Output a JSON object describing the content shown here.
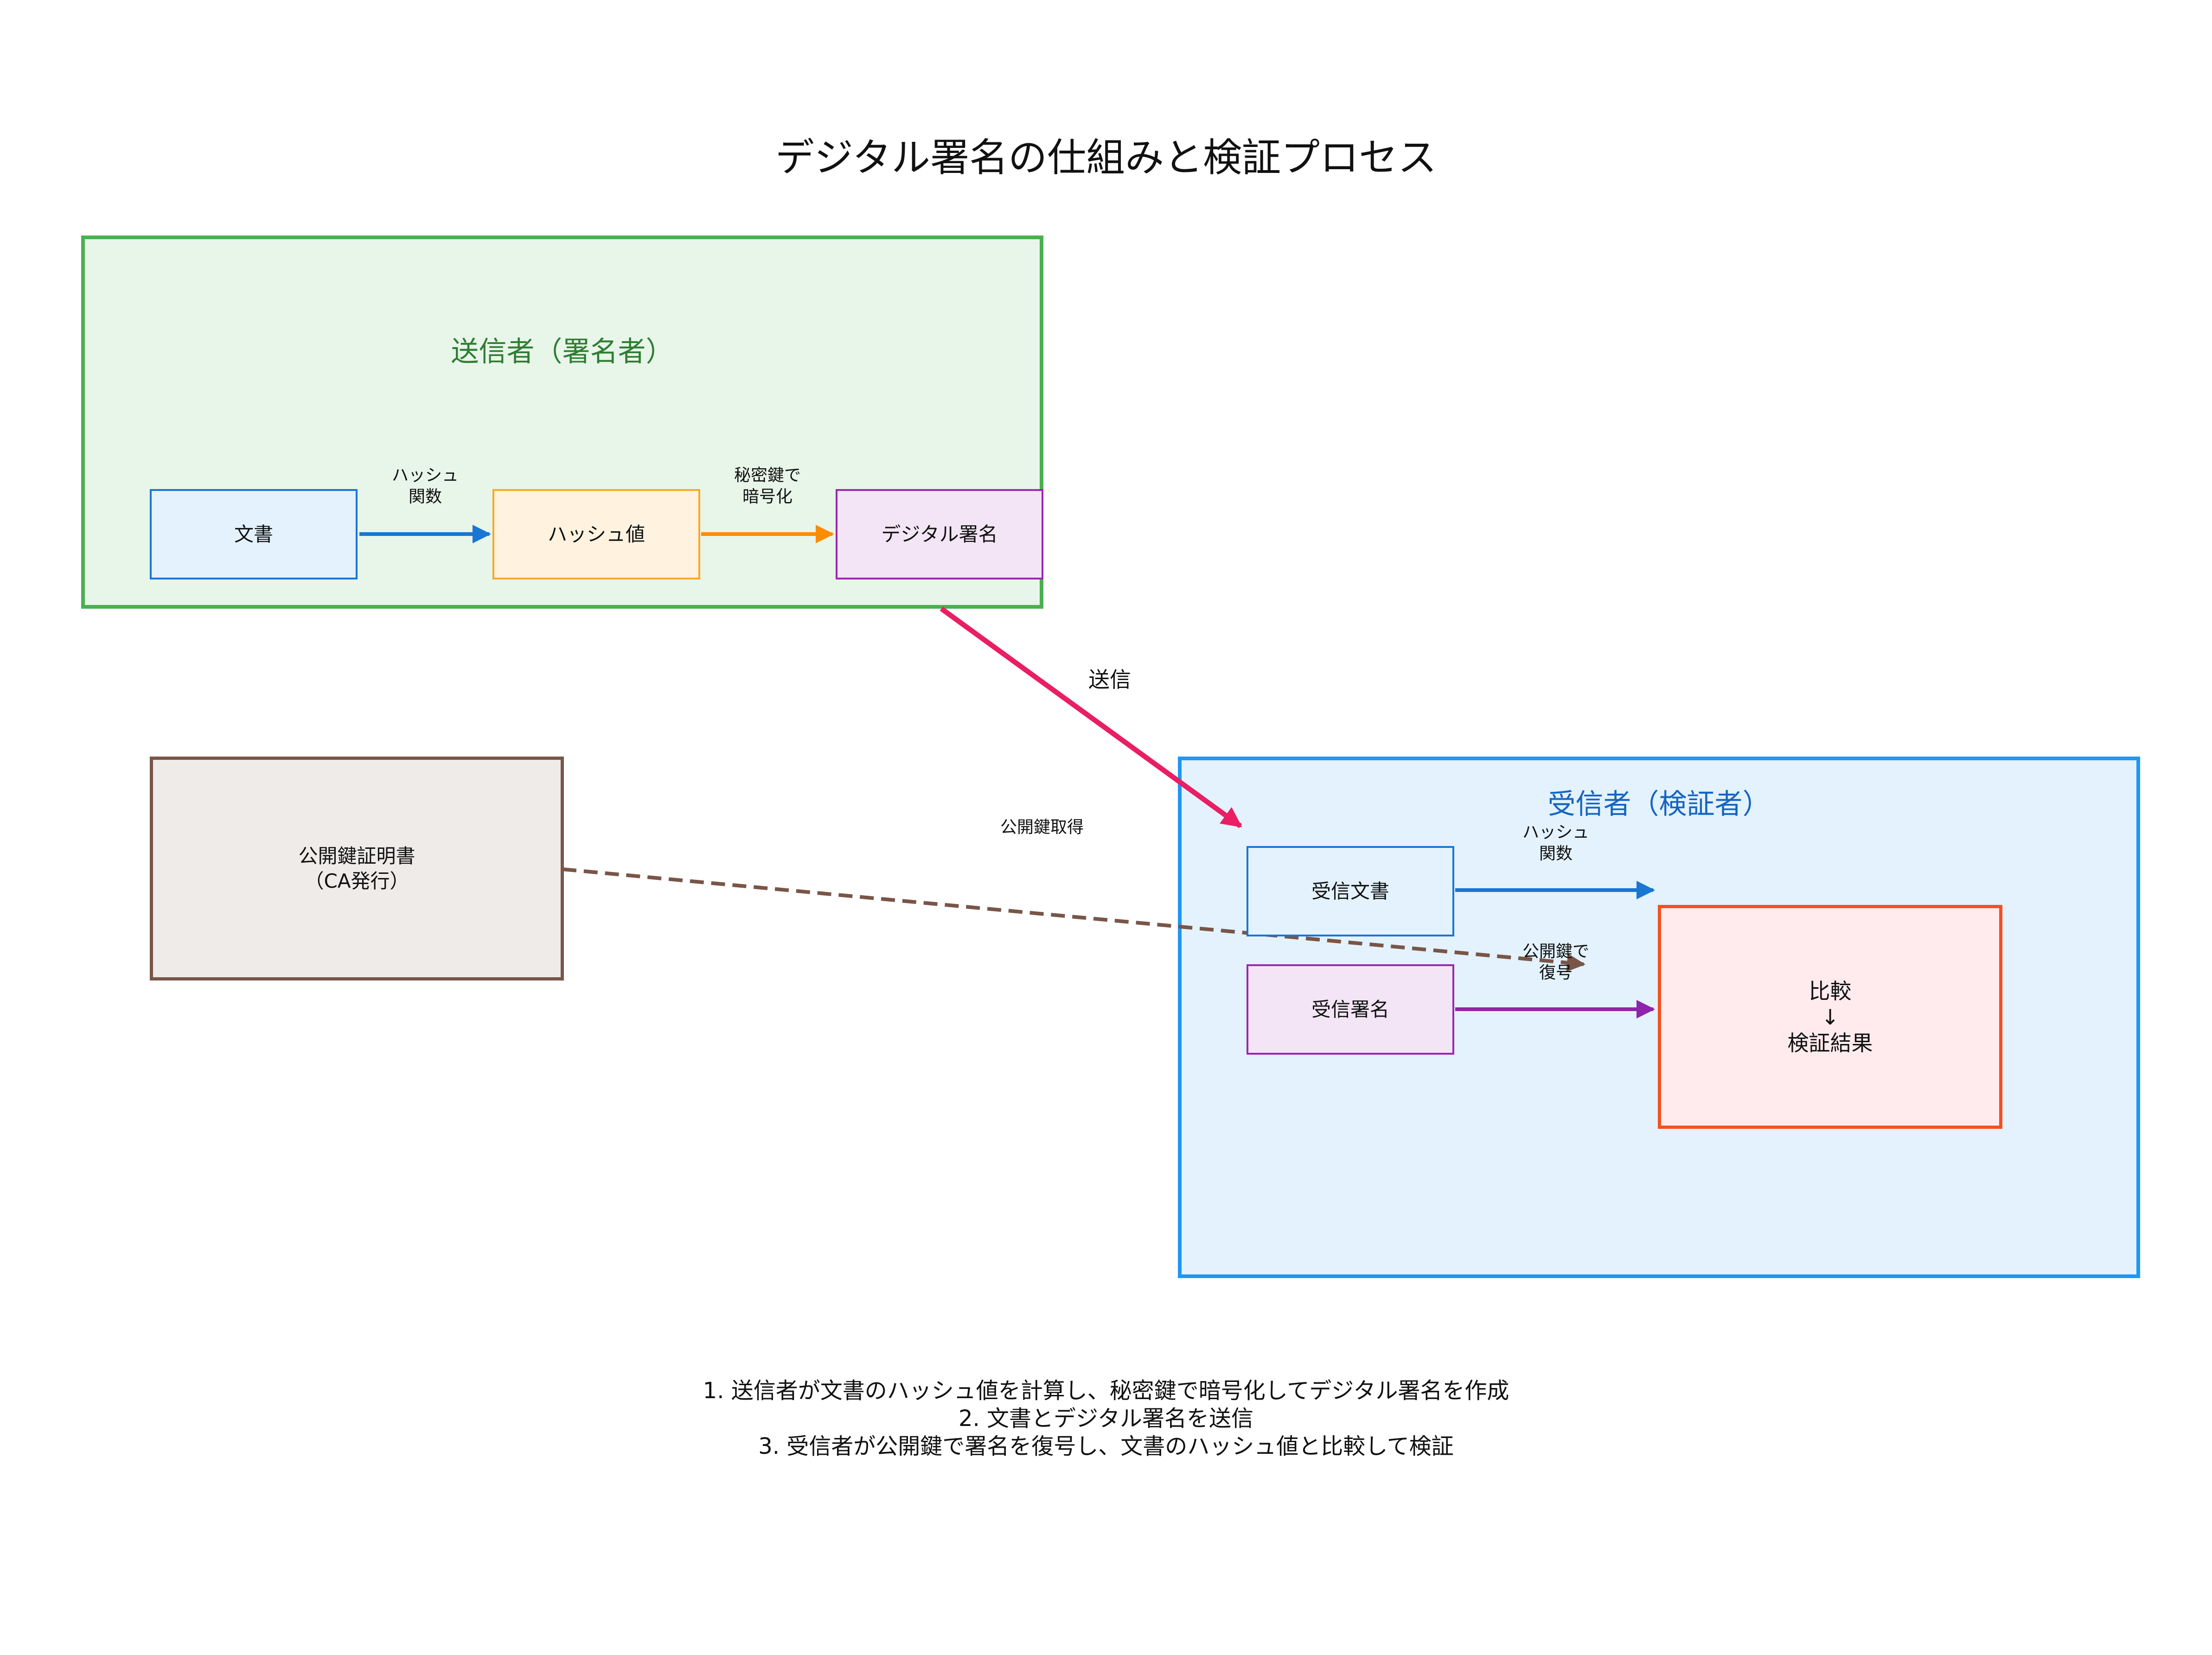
{
  "title": "デジタル署名の仕組みと検証プロセス",
  "groups": {
    "sender": {
      "label": "送信者（署名者）",
      "border": "#4caf50",
      "fill": "#e8f5e9",
      "text": "#2e7d32"
    },
    "receiver": {
      "label": "受信者（検証者）",
      "border": "#2196f3",
      "fill": "#e3f2fd",
      "text": "#1565c0"
    }
  },
  "nodes": {
    "document": {
      "label": "文書",
      "border": "#1976d2",
      "fill": "#e3f2fd"
    },
    "hash_value": {
      "label": "ハッシュ値",
      "border": "#f9a825",
      "fill": "#fff3e0"
    },
    "signature": {
      "label": "デジタル署名",
      "border": "#9c27b0",
      "fill": "#f3e5f5"
    },
    "certificate": {
      "label": "公開鍵証明書\n（CA発行）",
      "border": "#795548",
      "fill": "#efebe9"
    },
    "recv_document": {
      "label": "受信文書",
      "border": "#1976d2",
      "fill": "#e3f2fd"
    },
    "recv_signature": {
      "label": "受信署名",
      "border": "#9c27b0",
      "fill": "#f3e5f5"
    },
    "compare": {
      "label": "比較\n↓\n検証結果",
      "border": "#f4511e",
      "fill": "#ffebee"
    }
  },
  "edges": {
    "hash_fn": {
      "label": "ハッシュ\n関数",
      "color": "#1976d2"
    },
    "encrypt": {
      "label": "秘密鍵で\n暗号化",
      "color": "#fb8c00"
    },
    "send": {
      "label": "送信",
      "color": "#e91e63"
    },
    "get_pubkey": {
      "label": "公開鍵取得",
      "color": "#795548"
    },
    "recv_hash_fn": {
      "label": "ハッシュ\n関数",
      "color": "#1976d2"
    },
    "decrypt": {
      "label": "公開鍵で\n復号",
      "color": "#8e24aa"
    }
  },
  "notes": [
    "1. 送信者が文書のハッシュ値を計算し、秘密鍵で暗号化してデジタル署名を作成",
    "2. 文書とデジタル署名を送信",
    "3. 受信者が公開鍵で署名を復号し、文書のハッシュ値と比較して検証"
  ]
}
